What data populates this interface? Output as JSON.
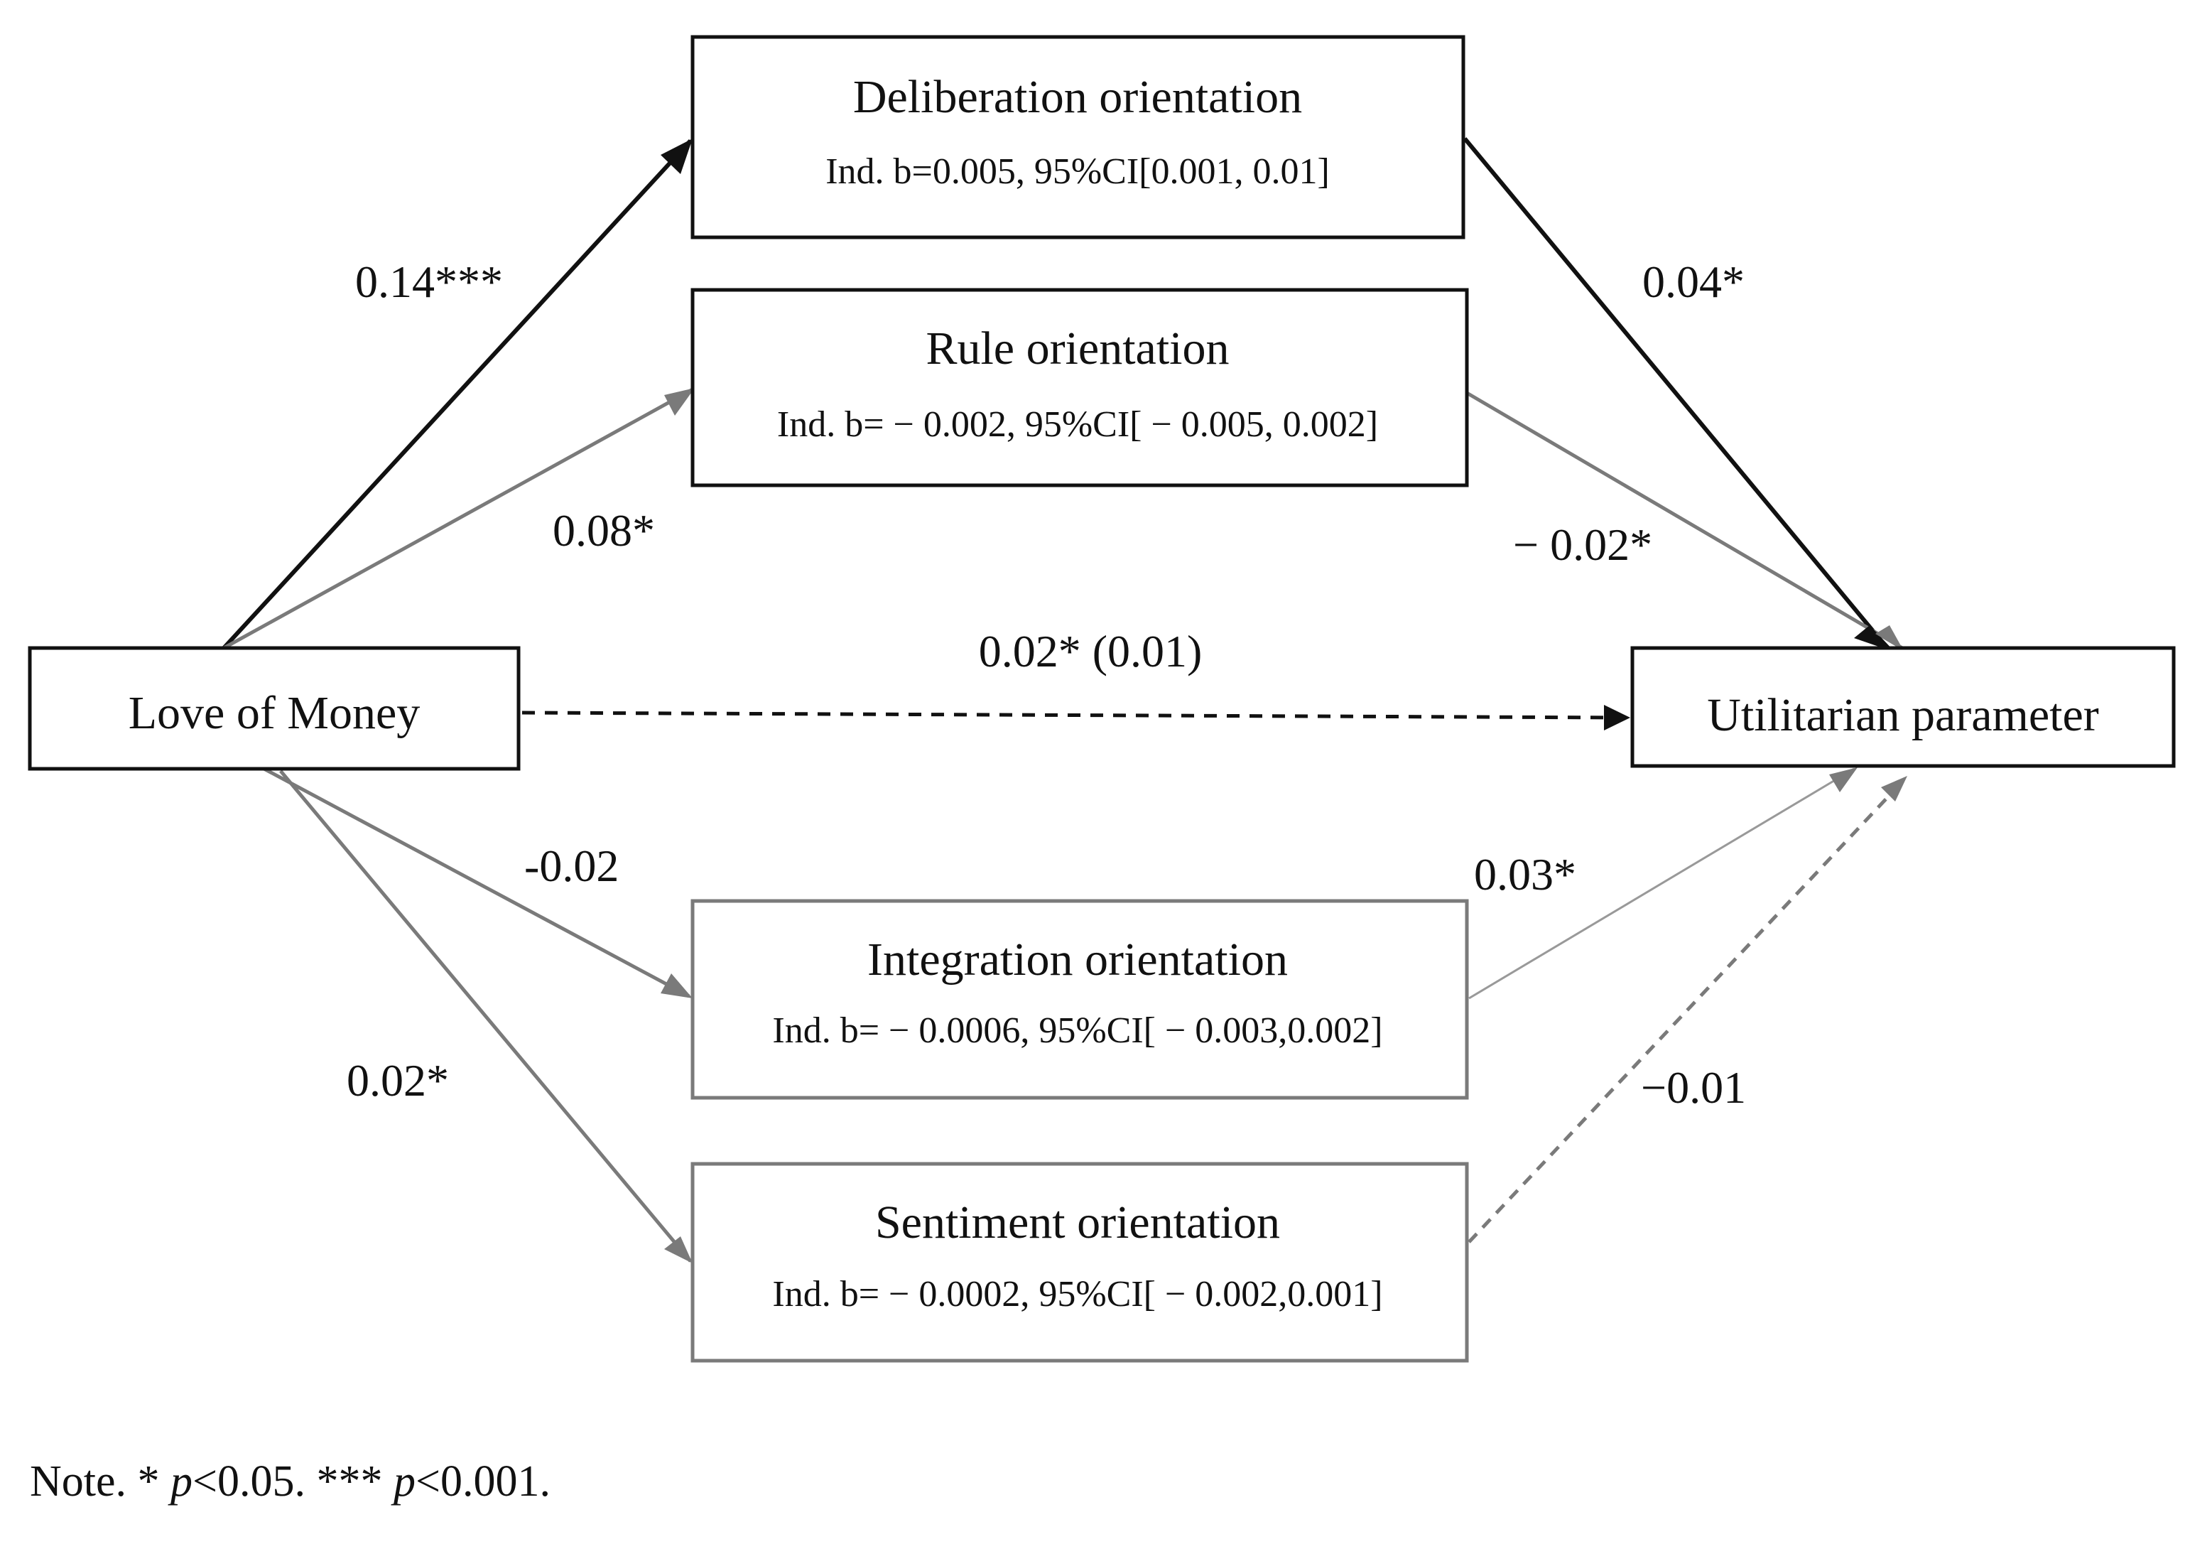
{
  "colors": {
    "black": "#111111",
    "gray": "#7a7a7a",
    "light_gray": "#999999"
  },
  "nodes": {
    "love_of_money": {
      "title": "Love of Money"
    },
    "utilitarian": {
      "title": "Utilitarian parameter"
    },
    "deliberation": {
      "title": "Deliberation orientation",
      "sub": "Ind. b=0.005, 95%CI[0.001, 0.01]"
    },
    "rule": {
      "title": "Rule orientation",
      "sub": "Ind. b= − 0.002, 95%CI[ − 0.005, 0.002]"
    },
    "integration": {
      "title": "Integration orientation",
      "sub": "Ind. b= − 0.0006, 95%CI[ − 0.003,0.002]"
    },
    "sentiment": {
      "title": "Sentiment orientation",
      "sub": "Ind. b= − 0.0002, 95%CI[ − 0.002,0.001]"
    }
  },
  "edges": {
    "lom_to_deliberation": "0.14***",
    "lom_to_rule": "0.08*",
    "deliberation_to_util": "0.04*",
    "rule_to_util": "− 0.02*",
    "direct": "0.02* (0.01)",
    "lom_to_integration": "-0.02",
    "lom_to_sentiment": "0.02*",
    "integration_to_util": "0.03*",
    "sentiment_to_util": "−0.01"
  },
  "note": {
    "prefix": "Note. * ",
    "p1": "p",
    "mid": "<0.05. *** ",
    "p2": "p",
    "suffix": "<0.001."
  }
}
